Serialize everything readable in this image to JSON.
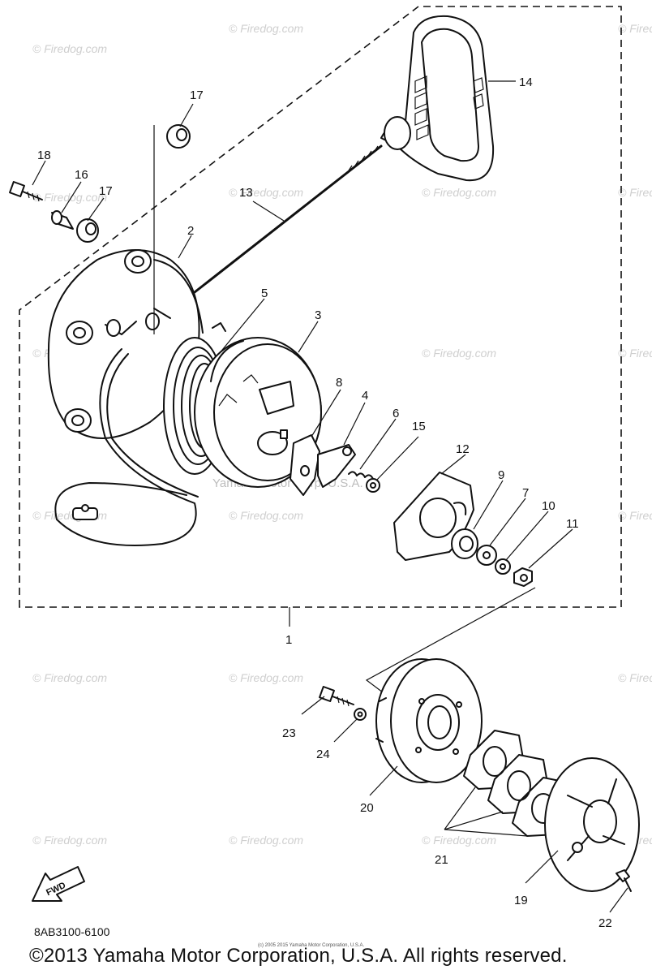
{
  "diagram": {
    "drawing_code": "8AB3100-6100",
    "copyright": "©2013 Yamaha Motor Corporation, U.S.A. All rights reserved.",
    "fine_print": "(c) 2005 2015 Yamaha Motor Corporation, U.S.A.",
    "watermark": "© Firedog.com",
    "center_watermark": "Yamaha Motor Corp. U.S.A.",
    "callouts": {
      "p1": "1",
      "p2": "2",
      "p3": "3",
      "p4": "4",
      "p5": "5",
      "p6": "6",
      "p7": "7",
      "p8": "8",
      "p9": "9",
      "p10": "10",
      "p11": "11",
      "p12": "12",
      "p13": "13",
      "p14": "14",
      "p15": "15",
      "p16": "16",
      "p17a": "17",
      "p17b": "17",
      "p18": "18",
      "p19": "19",
      "p20": "20",
      "p21": "21",
      "p22": "22",
      "p23": "23",
      "p24": "24"
    },
    "fwd_arrow": "FWD",
    "fwd_icon": "fwd-arrow-icon"
  }
}
